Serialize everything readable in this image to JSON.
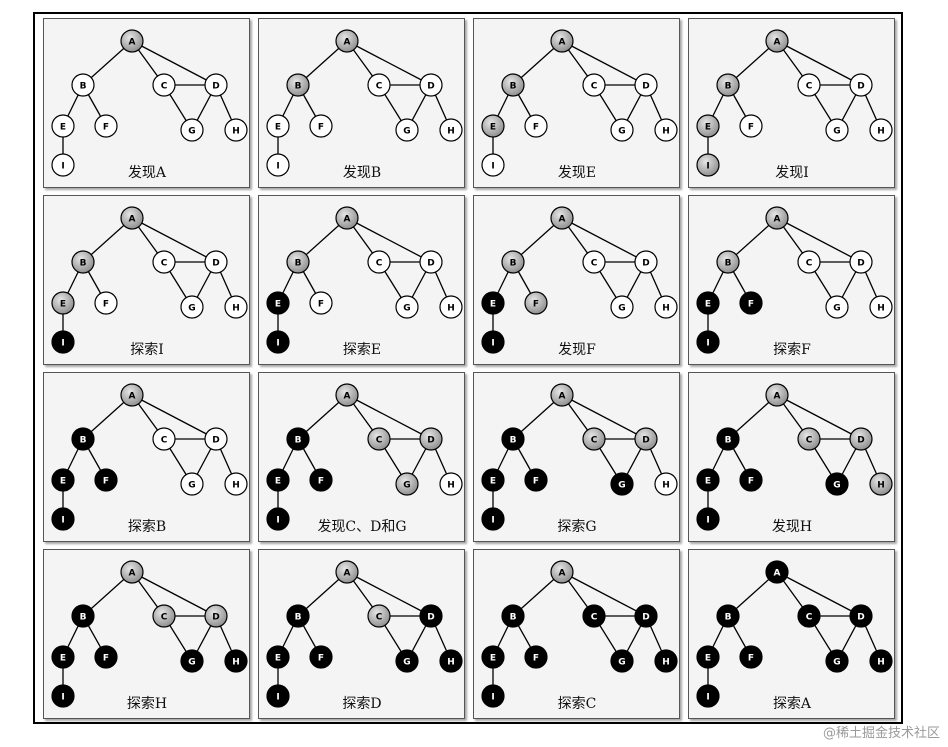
{
  "colors": {
    "white": "#ffffff",
    "gray": "#9c9c9c",
    "black": "#000000"
  },
  "graph": {
    "nodes": [
      "A",
      "B",
      "C",
      "D",
      "E",
      "F",
      "G",
      "H",
      "I"
    ],
    "edges": [
      [
        "A",
        "B"
      ],
      [
        "A",
        "C"
      ],
      [
        "A",
        "D"
      ],
      [
        "B",
        "E"
      ],
      [
        "B",
        "F"
      ],
      [
        "C",
        "D"
      ],
      [
        "C",
        "G"
      ],
      [
        "D",
        "G"
      ],
      [
        "D",
        "H"
      ],
      [
        "E",
        "I"
      ]
    ]
  },
  "steps": [
    {
      "caption": "发现A",
      "states": {
        "A": "gray",
        "B": "white",
        "C": "white",
        "D": "white",
        "E": "white",
        "F": "white",
        "G": "white",
        "H": "white",
        "I": "white"
      }
    },
    {
      "caption": "发现B",
      "states": {
        "A": "gray",
        "B": "gray",
        "C": "white",
        "D": "white",
        "E": "white",
        "F": "white",
        "G": "white",
        "H": "white",
        "I": "white"
      }
    },
    {
      "caption": "发现E",
      "states": {
        "A": "gray",
        "B": "gray",
        "C": "white",
        "D": "white",
        "E": "gray",
        "F": "white",
        "G": "white",
        "H": "white",
        "I": "white"
      }
    },
    {
      "caption": "发现I",
      "states": {
        "A": "gray",
        "B": "gray",
        "C": "white",
        "D": "white",
        "E": "gray",
        "F": "white",
        "G": "white",
        "H": "white",
        "I": "gray"
      }
    },
    {
      "caption": "探索I",
      "states": {
        "A": "gray",
        "B": "gray",
        "C": "white",
        "D": "white",
        "E": "gray",
        "F": "white",
        "G": "white",
        "H": "white",
        "I": "black"
      }
    },
    {
      "caption": "探索E",
      "states": {
        "A": "gray",
        "B": "gray",
        "C": "white",
        "D": "white",
        "E": "black",
        "F": "white",
        "G": "white",
        "H": "white",
        "I": "black"
      }
    },
    {
      "caption": "发现F",
      "states": {
        "A": "gray",
        "B": "gray",
        "C": "white",
        "D": "white",
        "E": "black",
        "F": "gray",
        "G": "white",
        "H": "white",
        "I": "black"
      }
    },
    {
      "caption": "探索F",
      "states": {
        "A": "gray",
        "B": "gray",
        "C": "white",
        "D": "white",
        "E": "black",
        "F": "black",
        "G": "white",
        "H": "white",
        "I": "black"
      }
    },
    {
      "caption": "探索B",
      "states": {
        "A": "gray",
        "B": "black",
        "C": "white",
        "D": "white",
        "E": "black",
        "F": "black",
        "G": "white",
        "H": "white",
        "I": "black"
      }
    },
    {
      "caption": "发现C、D和G",
      "states": {
        "A": "gray",
        "B": "black",
        "C": "gray",
        "D": "gray",
        "E": "black",
        "F": "black",
        "G": "gray",
        "H": "white",
        "I": "black"
      }
    },
    {
      "caption": "探索G",
      "states": {
        "A": "gray",
        "B": "black",
        "C": "gray",
        "D": "gray",
        "E": "black",
        "F": "black",
        "G": "black",
        "H": "white",
        "I": "black"
      }
    },
    {
      "caption": "发现H",
      "states": {
        "A": "gray",
        "B": "black",
        "C": "gray",
        "D": "gray",
        "E": "black",
        "F": "black",
        "G": "black",
        "H": "gray",
        "I": "black"
      }
    },
    {
      "caption": "探索H",
      "states": {
        "A": "gray",
        "B": "black",
        "C": "gray",
        "D": "gray",
        "E": "black",
        "F": "black",
        "G": "black",
        "H": "black",
        "I": "black"
      }
    },
    {
      "caption": "探索D",
      "states": {
        "A": "gray",
        "B": "black",
        "C": "gray",
        "D": "black",
        "E": "black",
        "F": "black",
        "G": "black",
        "H": "black",
        "I": "black"
      }
    },
    {
      "caption": "探索C",
      "states": {
        "A": "gray",
        "B": "black",
        "C": "black",
        "D": "black",
        "E": "black",
        "F": "black",
        "G": "black",
        "H": "black",
        "I": "black"
      }
    },
    {
      "caption": "探索A",
      "states": {
        "A": "black",
        "B": "black",
        "C": "black",
        "D": "black",
        "E": "black",
        "F": "black",
        "G": "black",
        "H": "black",
        "I": "black"
      }
    }
  ],
  "watermark": "@稀土掘金技术社区"
}
